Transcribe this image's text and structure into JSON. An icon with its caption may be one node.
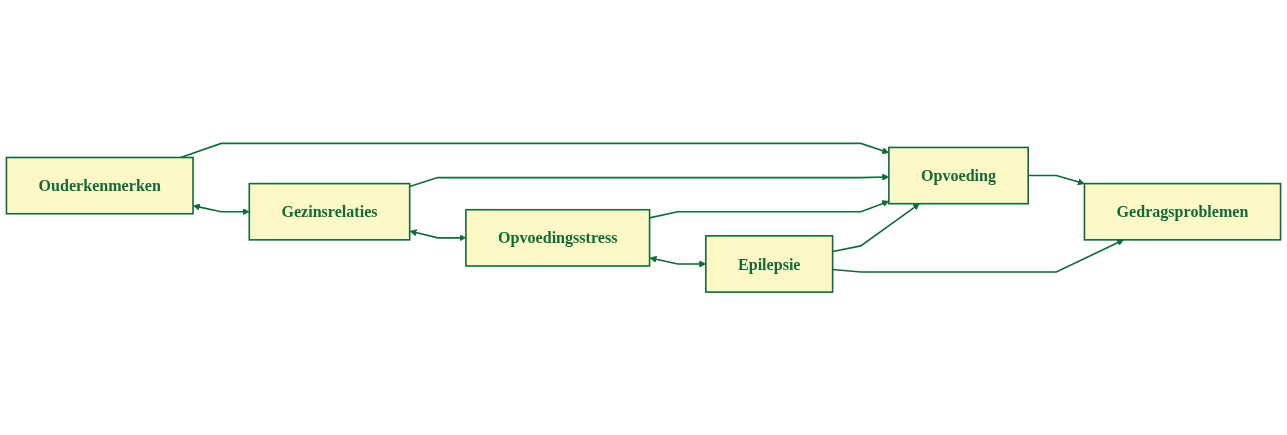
{
  "diagram": {
    "nodes": [
      {
        "text": [
          "Ouderkenmerken"
        ]
      },
      {
        "text": [
          "Gezinsrelaties"
        ]
      },
      {
        "text": [
          "Opvoedingsstress"
        ]
      },
      {
        "text": [
          "Epilepsie"
        ]
      },
      {
        "text": [
          "Opvoeding"
        ]
      },
      {
        "text": [
          "Gedragsproblemen"
        ]
      }
    ],
    "edges": [
      {
        "from": 0,
        "to": 4,
        "arrow": "to"
      },
      {
        "from": 0,
        "to": 1,
        "arrow": "both"
      },
      {
        "from": 1,
        "to": 4,
        "arrow": "to"
      },
      {
        "from": 1,
        "to": 2,
        "arrow": "both"
      },
      {
        "from": 2,
        "to": 4,
        "arrow": "to"
      },
      {
        "from": 2,
        "to": 3,
        "arrow": "both"
      },
      {
        "from": 4,
        "to": 5,
        "arrow": "to"
      },
      {
        "from": 3,
        "to": 4,
        "arrow": "to"
      },
      {
        "from": 3,
        "to": 5,
        "arrow": "to"
      }
    ]
  }
}
